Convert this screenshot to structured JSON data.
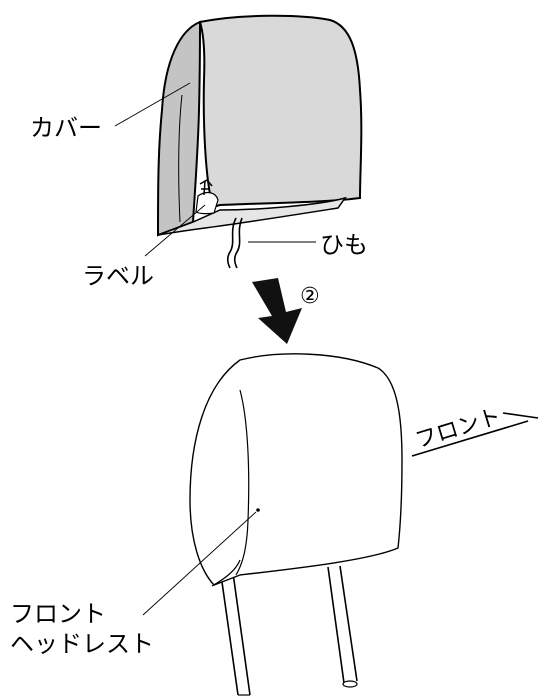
{
  "labels": {
    "cover": "カバー",
    "label": "ラベル",
    "string": "ひも",
    "step": "②",
    "front_direction": "フロント",
    "front_headrest_line1": "フロント",
    "front_headrest_line2": "ヘッドレスト"
  },
  "colors": {
    "cover_fill": "#d9d9d9",
    "cover_shadow": "#c4c4c4",
    "line": "#000000",
    "arrow": "#111111"
  },
  "icons": {
    "down_arrow": "down-arrow-icon",
    "direction_arrow": "front-direction-arrow-icon"
  }
}
